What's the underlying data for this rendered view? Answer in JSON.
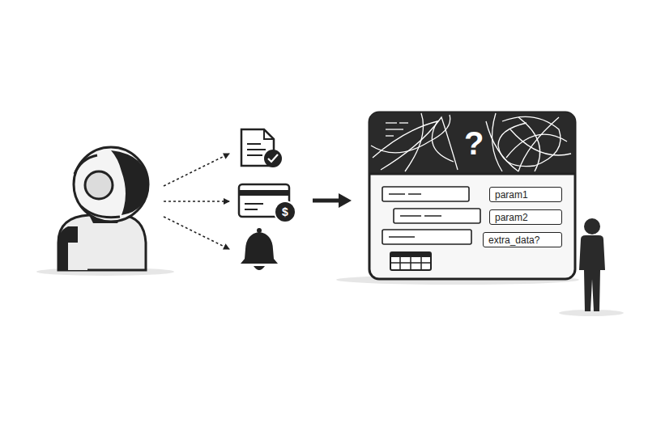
{
  "diagram": {
    "nodes": [
      {
        "text": [
          "?"
        ]
      },
      {
        "text": [
          "param1"
        ],
        "in": 0
      },
      {
        "text": [
          "param2"
        ],
        "in": 0
      },
      {
        "text": [
          "extra_data?"
        ],
        "in": 0
      }
    ],
    "labels": [
      "$"
    ]
  }
}
